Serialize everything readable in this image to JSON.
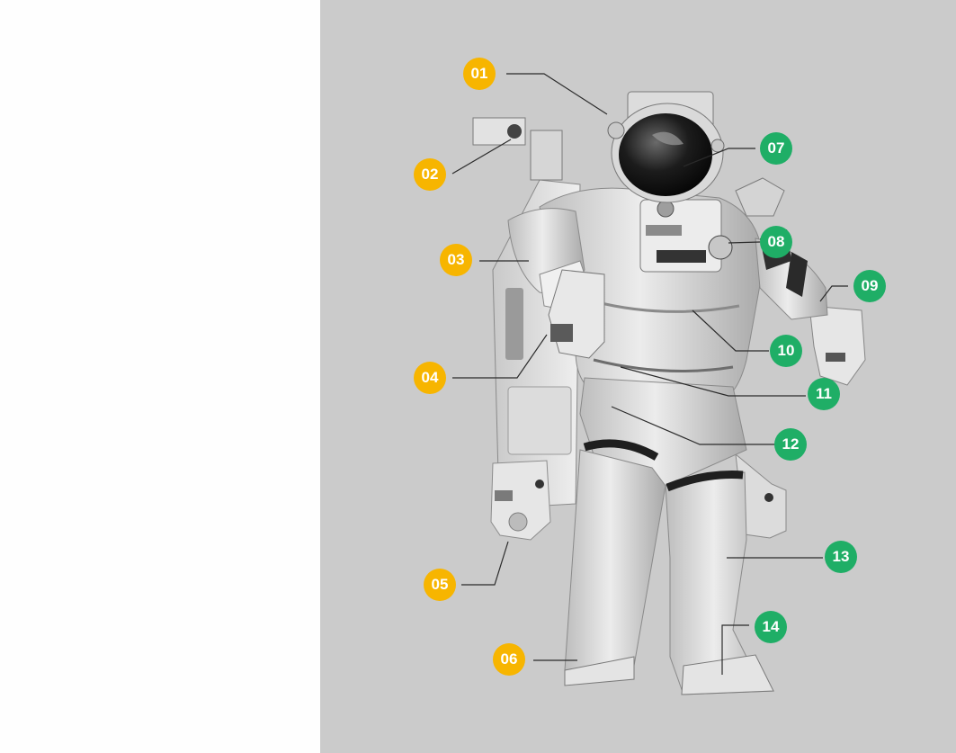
{
  "colors": {
    "panel_background": "#cbcbcb",
    "left_background": "#fefefe",
    "yellow": "#f7b500",
    "green": "#1fae66",
    "leader_line": "#2b2b2b"
  },
  "figure": {
    "subject": "astronaut-in-spacesuit-illustration"
  },
  "callouts": [
    {
      "label": "01",
      "color": "yellow"
    },
    {
      "label": "02",
      "color": "yellow"
    },
    {
      "label": "03",
      "color": "yellow"
    },
    {
      "label": "04",
      "color": "yellow"
    },
    {
      "label": "05",
      "color": "yellow"
    },
    {
      "label": "06",
      "color": "yellow"
    },
    {
      "label": "07",
      "color": "green"
    },
    {
      "label": "08",
      "color": "green"
    },
    {
      "label": "09",
      "color": "green"
    },
    {
      "label": "10",
      "color": "green"
    },
    {
      "label": "11",
      "color": "green"
    },
    {
      "label": "12",
      "color": "green"
    },
    {
      "label": "13",
      "color": "green"
    },
    {
      "label": "14",
      "color": "green"
    }
  ]
}
